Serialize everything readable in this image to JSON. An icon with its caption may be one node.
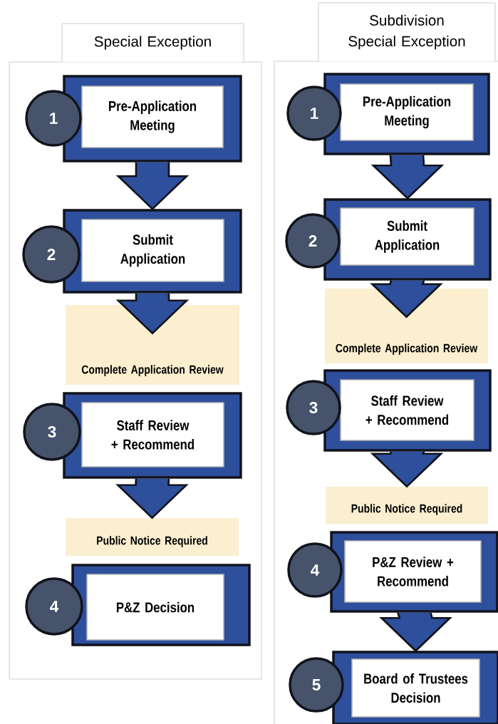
{
  "diagram": {
    "nodes": [
      {
        "text": [
          "Special Exception"
        ]
      },
      {
        "text": [
          "1"
        ],
        "in": 0
      },
      {
        "text": [
          "Pre-Application Meeting"
        ],
        "in": 0
      },
      {
        "text": [
          "2"
        ],
        "in": 0
      },
      {
        "text": [
          "Submit Application"
        ],
        "in": 0
      },
      {
        "text": [
          "Complete Application Review"
        ],
        "in": 0
      },
      {
        "text": [
          "3"
        ],
        "in": 0
      },
      {
        "text": [
          "Staff Review + Recommend"
        ],
        "in": 0
      },
      {
        "text": [
          "Public Notice Required"
        ],
        "in": 0
      },
      {
        "text": [
          "4"
        ],
        "in": 0
      },
      {
        "text": [
          "P&Z Decision"
        ],
        "in": 0
      },
      {
        "text": [
          "Subdivision Special Exception"
        ]
      },
      {
        "text": [
          "1"
        ],
        "in": 11
      },
      {
        "text": [
          "Pre-Application Meeting"
        ],
        "in": 11
      },
      {
        "text": [
          "2"
        ],
        "in": 11
      },
      {
        "text": [
          "Submit Application"
        ],
        "in": 11
      },
      {
        "text": [
          "Complete Application Review"
        ],
        "in": 11
      },
      {
        "text": [
          "3"
        ],
        "in": 11
      },
      {
        "text": [
          "Staff Review + Recommend"
        ],
        "in": 11
      },
      {
        "text": [
          "Public Notice Required"
        ],
        "in": 11
      },
      {
        "text": [
          "4"
        ],
        "in": 11
      },
      {
        "text": [
          "P&Z Review + Recommend"
        ],
        "in": 11
      },
      {
        "text": [
          "5"
        ],
        "in": 11
      },
      {
        "text": [
          "Board of Trustees Decision"
        ],
        "in": 11
      }
    ],
    "edges": [
      {
        "from": 2,
        "to": 4,
        "arrow": "to"
      },
      {
        "from": 4,
        "to": 5,
        "arrow": "to"
      },
      {
        "from": 7,
        "to": 8,
        "arrow": "to"
      },
      {
        "from": 13,
        "to": 15,
        "arrow": "to"
      },
      {
        "from": 15,
        "to": 16,
        "arrow": "to"
      },
      {
        "from": 18,
        "to": 19,
        "arrow": "to"
      },
      {
        "from": 21,
        "to": 23,
        "arrow": "to"
      }
    ]
  }
}
